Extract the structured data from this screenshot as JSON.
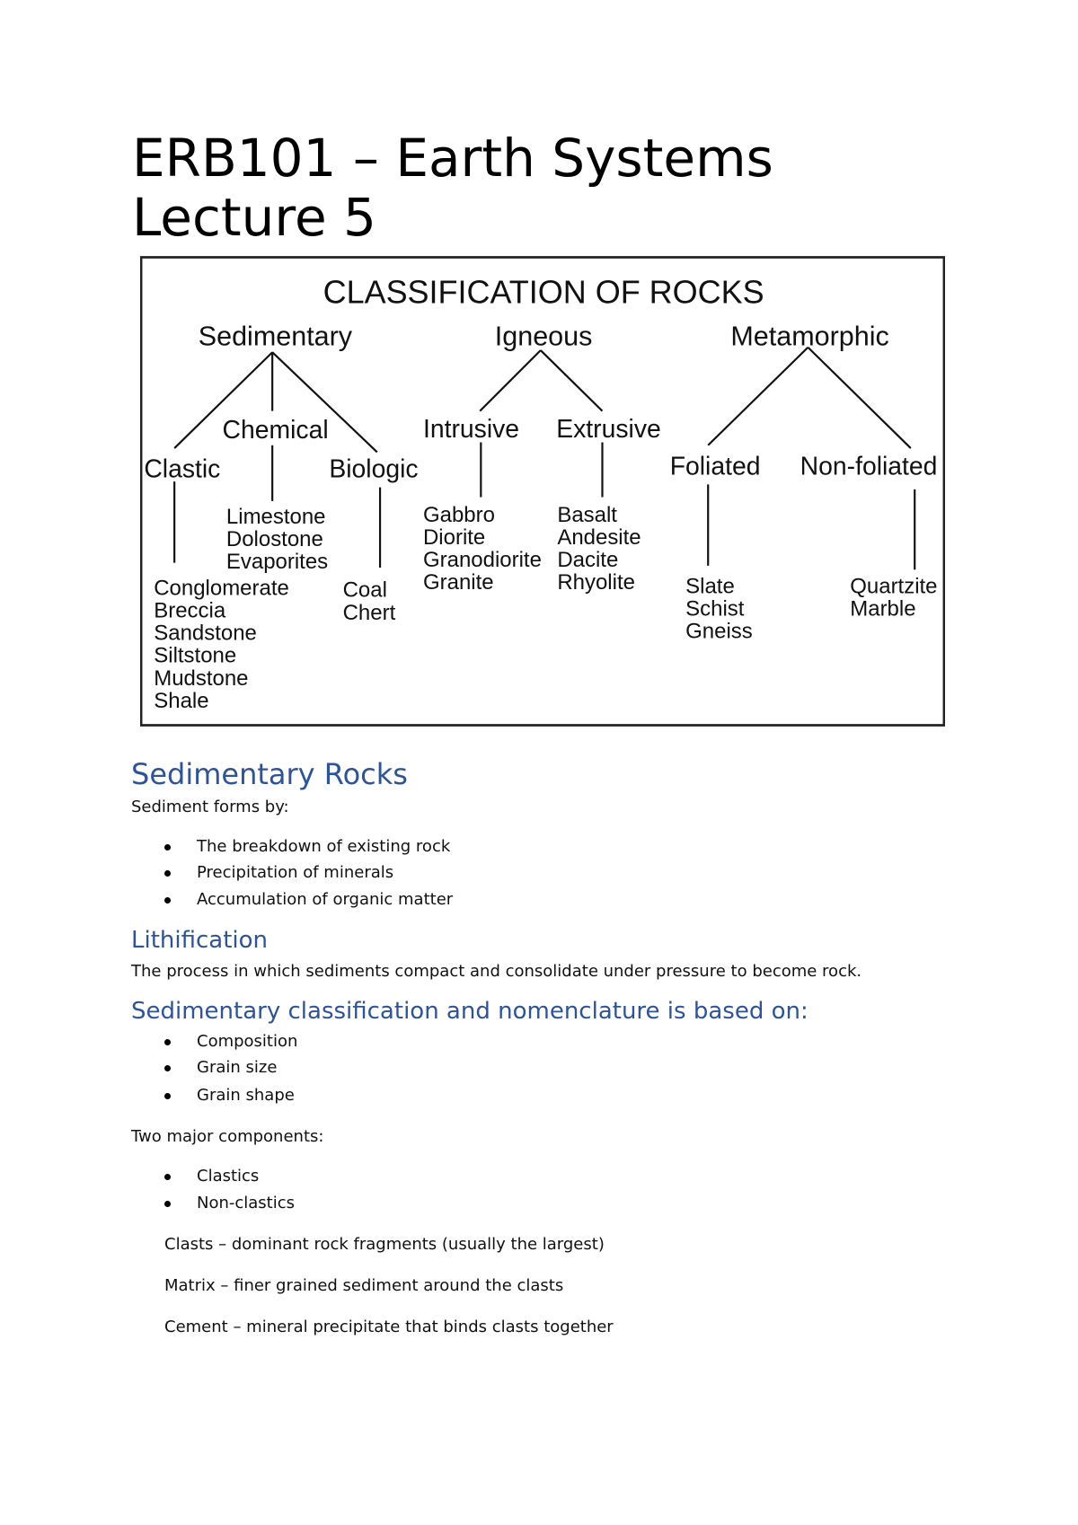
{
  "title": "ERB101 – Earth Systems Lecture 5",
  "diagram": {
    "title": "CLASSIFICATION OF ROCKS",
    "sedimentary": "Sedimentary",
    "igneous": "Igneous",
    "metamorphic": "Metamorphic",
    "chemical": "Chemical",
    "clastic": "Clastic",
    "biologic": "Biologic",
    "intrusive": "Intrusive",
    "extrusive": "Extrusive",
    "foliated": "Foliated",
    "nonfoliated": "Non-foliated",
    "chemical_rocks": [
      "Limestone",
      "Dolostone",
      "Evaporites"
    ],
    "clastic_rocks": [
      "Conglomerate",
      "Breccia",
      "Sandstone",
      "Siltstone",
      "Mudstone",
      "Shale"
    ],
    "biologic_rocks": [
      "Coal",
      "Chert"
    ],
    "intrusive_rocks": [
      "Gabbro",
      "Diorite",
      "Granodiorite",
      "Granite"
    ],
    "extrusive_rocks": [
      "Basalt",
      "Andesite",
      "Dacite",
      "Rhyolite"
    ],
    "foliated_rocks": [
      "Slate",
      "Schist",
      "Gneiss"
    ],
    "nonfoliated_rocks": [
      "Quartzite",
      "Marble"
    ]
  },
  "sections": {
    "sedimentary_heading": "Sedimentary Rocks",
    "sediment_intro": "Sediment forms by:",
    "sediment_bullets": [
      "The breakdown of existing rock",
      "Precipitation of minerals",
      "Accumulation of organic matter"
    ],
    "lithification_heading": "Lithification",
    "lithification_text": "The process in which sediments compact and consolidate under pressure to become rock.",
    "classification_heading": "Sedimentary classification and nomenclature is based on:",
    "classification_bullets": [
      "Composition",
      "Grain size",
      "Grain shape"
    ],
    "components_intro": "Two major components:",
    "components_bullets": [
      "Clastics",
      "Non-clastics"
    ],
    "definitions": [
      "Clasts – dominant rock fragments (usually the largest)",
      "Matrix – finer grained sediment around the clasts",
      "Cement – mineral precipitate that binds clasts together"
    ]
  },
  "colors": {
    "heading": "#2F5496"
  }
}
